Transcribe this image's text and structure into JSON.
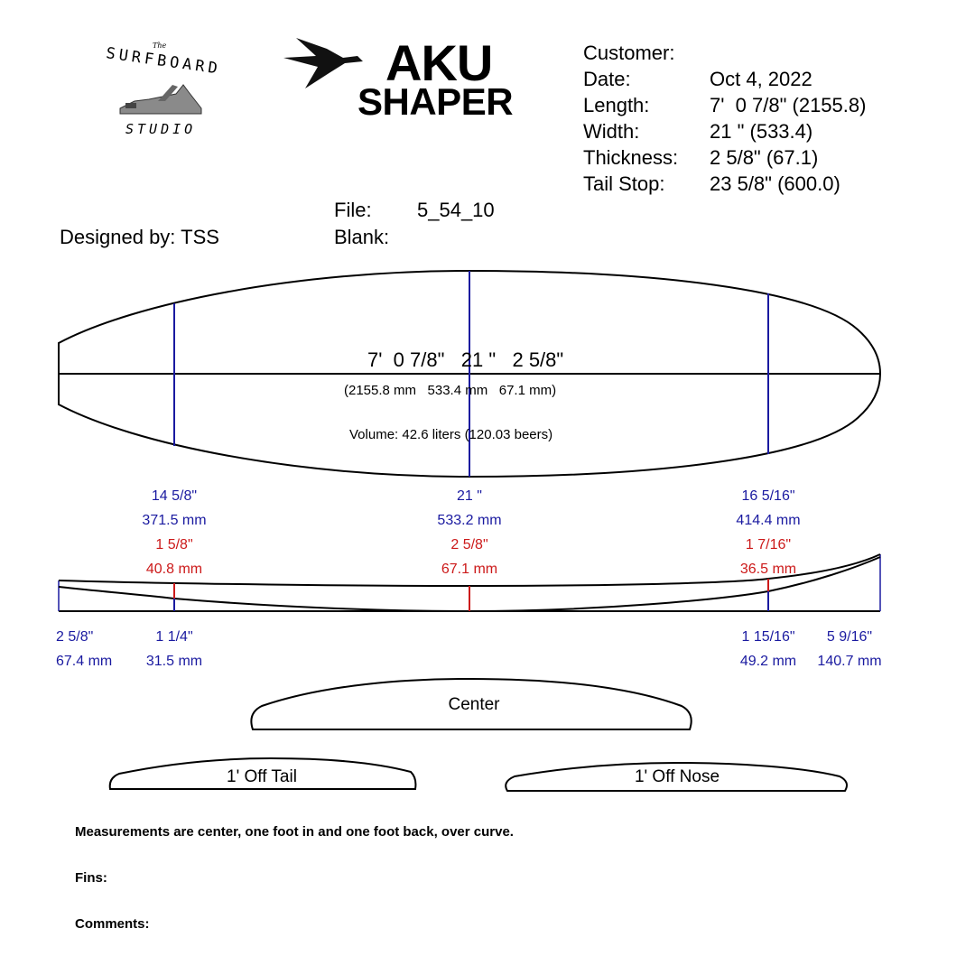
{
  "logo": {
    "small_text": "The",
    "top_text": "SURFBOARD",
    "bottom_text": "STUDIO",
    "icon": "hand-plane-icon"
  },
  "brand": {
    "icon": "bird-icon",
    "line1": "AKU",
    "line2": "SHAPER"
  },
  "specs": [
    {
      "label": "Customer:",
      "value": ""
    },
    {
      "label": "Date:",
      "value": "Oct 4, 2022"
    },
    {
      "label": "Length:",
      "value": "7'  0 7/8\" (2155.8)"
    },
    {
      "label": "Width:",
      "value": "21 \" (533.4)"
    },
    {
      "label": "Thickness:",
      "value": "2 5/8\" (67.1)"
    },
    {
      "label": "Tail Stop:",
      "value": "23 5/8\" (600.0)"
    }
  ],
  "meta": {
    "designed_by_label": "Designed by: TSS",
    "file_label": "File:",
    "file_value": "5_54_10",
    "blank_label": "Blank:",
    "blank_value": ""
  },
  "outline": {
    "dims_imperial": "7'  0 7/8\"   21 \"   2 5/8\"",
    "dims_metric": "(2155.8 mm   533.4 mm   67.1 mm)",
    "volume": "Volume: 42.6 liters (120.03 beers)"
  },
  "widths": [
    {
      "position": "1' off tail",
      "imperial": "14 5/8\"",
      "metric": "371.5 mm"
    },
    {
      "position": "center",
      "imperial": "21 \"",
      "metric": "533.2 mm"
    },
    {
      "position": "1' off nose",
      "imperial": "16 5/16\"",
      "metric": "414.4 mm"
    }
  ],
  "thicknesses": [
    {
      "position": "1' off tail",
      "imperial": "1 5/8\"",
      "metric": "40.8 mm"
    },
    {
      "position": "center",
      "imperial": "2 5/8\"",
      "metric": "67.1 mm"
    },
    {
      "position": "1' off nose",
      "imperial": "1 7/16\"",
      "metric": "36.5 mm"
    }
  ],
  "rocker": [
    {
      "position": "tail",
      "imperial": "2 5/8\"",
      "metric": "67.4 mm"
    },
    {
      "position": "1' off tail",
      "imperial": "1 1/4\"",
      "metric": "31.5 mm"
    },
    {
      "position": "1' off nose",
      "imperial": "1 15/16\"",
      "metric": "49.2 mm"
    },
    {
      "position": "nose",
      "imperial": "5 9/16\"",
      "metric": "140.7 mm"
    }
  ],
  "rails": {
    "center": "Center",
    "tail": "1' Off Tail",
    "nose": "1' Off Nose"
  },
  "notes": {
    "measurements": "Measurements are center, one foot in and one foot back, over curve.",
    "fins_label": "Fins:",
    "comments_label": "Comments:"
  },
  "colors": {
    "width_lines": "#1a1aa0",
    "thickness_lines": "#cc1a1a",
    "outline": "#000000"
  }
}
